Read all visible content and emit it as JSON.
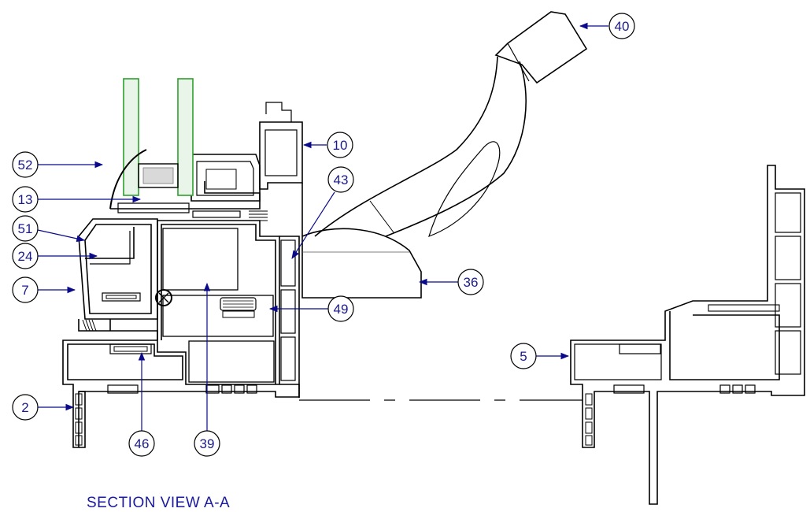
{
  "title": "SECTION VIEW A-A",
  "colors": {
    "line": "#000000",
    "callout": "#1a1a8c",
    "glass": "#2e9e2e",
    "arrow": "#0a0a8a"
  },
  "callouts": [
    {
      "id": "c40",
      "label": "40"
    },
    {
      "id": "c10",
      "label": "10"
    },
    {
      "id": "c52",
      "label": "52"
    },
    {
      "id": "c43",
      "label": "43"
    },
    {
      "id": "c13",
      "label": "13"
    },
    {
      "id": "c51",
      "label": "51"
    },
    {
      "id": "c24",
      "label": "24"
    },
    {
      "id": "c36",
      "label": "36"
    },
    {
      "id": "c7",
      "label": "7"
    },
    {
      "id": "c49",
      "label": "49"
    },
    {
      "id": "c5",
      "label": "5"
    },
    {
      "id": "c2",
      "label": "2"
    },
    {
      "id": "c46",
      "label": "46"
    },
    {
      "id": "c39",
      "label": "39"
    }
  ]
}
